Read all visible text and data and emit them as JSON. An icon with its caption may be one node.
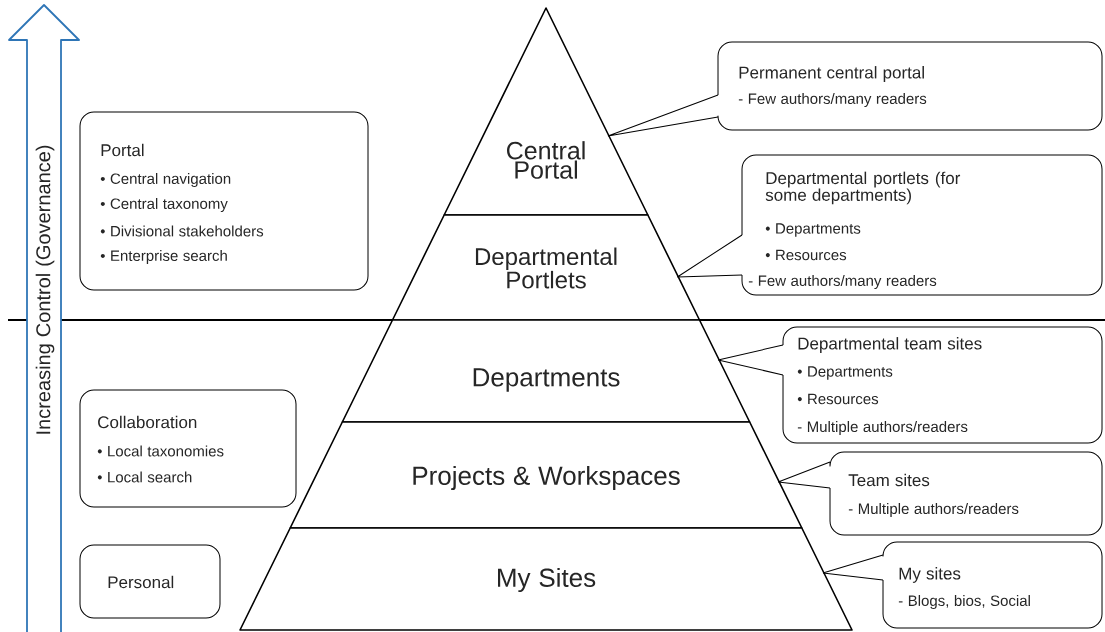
{
  "diagram": {
    "nodes": [
      {
        "text": [
          "Increasing Control (Governance)"
        ]
      },
      {
        "text": [
          "Central Portal"
        ]
      },
      {
        "text": [
          "Departmental Portlets"
        ]
      },
      {
        "text": [
          "Departments"
        ]
      },
      {
        "text": [
          "Projects & Workspaces"
        ]
      },
      {
        "text": [
          "My Sites"
        ]
      },
      {
        "text": [
          "Portal",
          "• Central navigation",
          "• Central taxonomy",
          "• Divisional stakeholders",
          "• Enterprise search"
        ]
      },
      {
        "text": [
          "Collaboration",
          "• Local taxonomies",
          "• Local search"
        ]
      },
      {
        "text": [
          "Personal"
        ]
      },
      {
        "text": [
          "Permanent central portal",
          "- Few authors/many readers"
        ]
      },
      {
        "text": [
          "Departmental portlets (for some departments)",
          "• Departments",
          "• Resources",
          "- Few authors/many readers"
        ]
      },
      {
        "text": [
          "Departmental team sites",
          "• Departments",
          "• Resources",
          "- Multiple authors/readers"
        ]
      },
      {
        "text": [
          "Team sites",
          "- Multiple authors/readers"
        ]
      },
      {
        "text": [
          "My sites",
          "- Blogs, bios, Social"
        ]
      }
    ],
    "edges": [
      {
        "from": 9,
        "to": 1,
        "arrow": "none"
      },
      {
        "from": 10,
        "to": 2,
        "arrow": "none"
      },
      {
        "from": 11,
        "to": 3,
        "arrow": "none"
      },
      {
        "from": 12,
        "to": 4,
        "arrow": "none"
      },
      {
        "from": 13,
        "to": 5,
        "arrow": "none"
      }
    ]
  }
}
